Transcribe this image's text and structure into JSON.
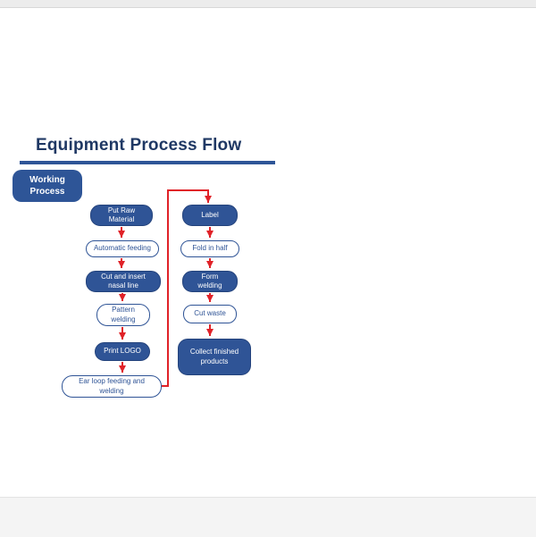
{
  "page": {
    "title": "Equipment Process Flow",
    "badge": "Working\nProcess"
  },
  "colors": {
    "primary_blue": "#2F5496",
    "title_blue": "#1F3864",
    "arrow_red": "#E02228"
  },
  "flow": {
    "left": [
      {
        "label": "Put Raw\nMaterial",
        "style": "filled"
      },
      {
        "label": "Automatic feeding",
        "style": "outline"
      },
      {
        "label": "Cut and insert\nnasal line",
        "style": "filled"
      },
      {
        "label": "Pattern\nwelding",
        "style": "outline"
      },
      {
        "label": "Print LOGO",
        "style": "filled"
      },
      {
        "label": "Ear loop feeding and\nwelding",
        "style": "outline"
      }
    ],
    "right": [
      {
        "label": "Label",
        "style": "filled"
      },
      {
        "label": "Fold in half",
        "style": "outline"
      },
      {
        "label": "Form\nwelding",
        "style": "filled"
      },
      {
        "label": "Cut waste",
        "style": "outline"
      },
      {
        "label": "Collect finished\nproducts",
        "style": "filled"
      }
    ]
  }
}
